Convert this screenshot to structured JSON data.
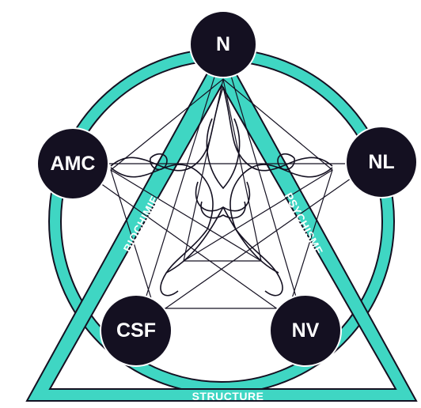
{
  "colors": {
    "band": "#3fd6c3",
    "ink": "#141021",
    "background": "#ffffff"
  },
  "nodes": {
    "top": "N",
    "upper_left": "AMC",
    "upper_right": "NL",
    "lower_left": "CSF",
    "lower_right": "NV"
  },
  "sides": {
    "left": "BIOCHIMIE",
    "right": "PSYCHISME",
    "bottom": "STRUCTURE"
  }
}
